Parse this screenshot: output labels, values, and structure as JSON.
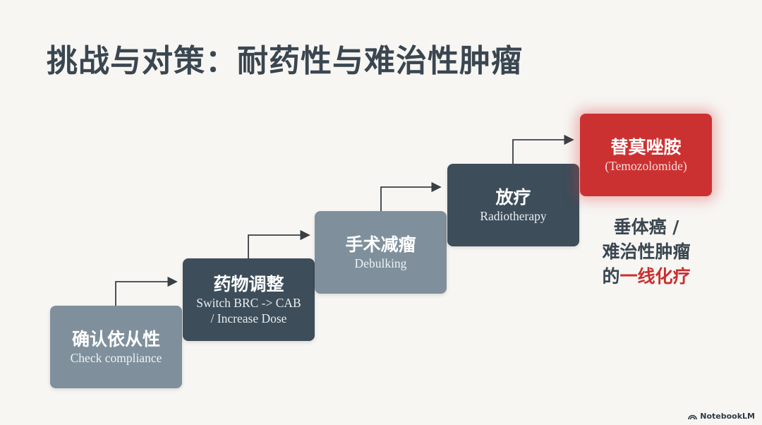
{
  "title": "挑战与对策：耐药性与难治性肿瘤",
  "steps": [
    {
      "zh": "确认依从性",
      "en": "Check compliance"
    },
    {
      "zh": "药物调整",
      "en": "Switch BRC -> CAB\n/ Increase Dose"
    },
    {
      "zh": "手术减瘤",
      "en": "Debulking"
    },
    {
      "zh": "放疗",
      "en": "Radiotherapy"
    },
    {
      "zh": "替莫唑胺",
      "en": "(Temozolomide)"
    }
  ],
  "note": {
    "line1": "垂体癌 /",
    "line2": "难治性肿瘤",
    "line3_prefix": "的",
    "line3_highlight": "一线化疗"
  },
  "brand": "NotebookLM",
  "colors": {
    "step_light": "#7f909c",
    "step_dark": "#3d4d5a",
    "highlight_red": "#cc3131"
  }
}
